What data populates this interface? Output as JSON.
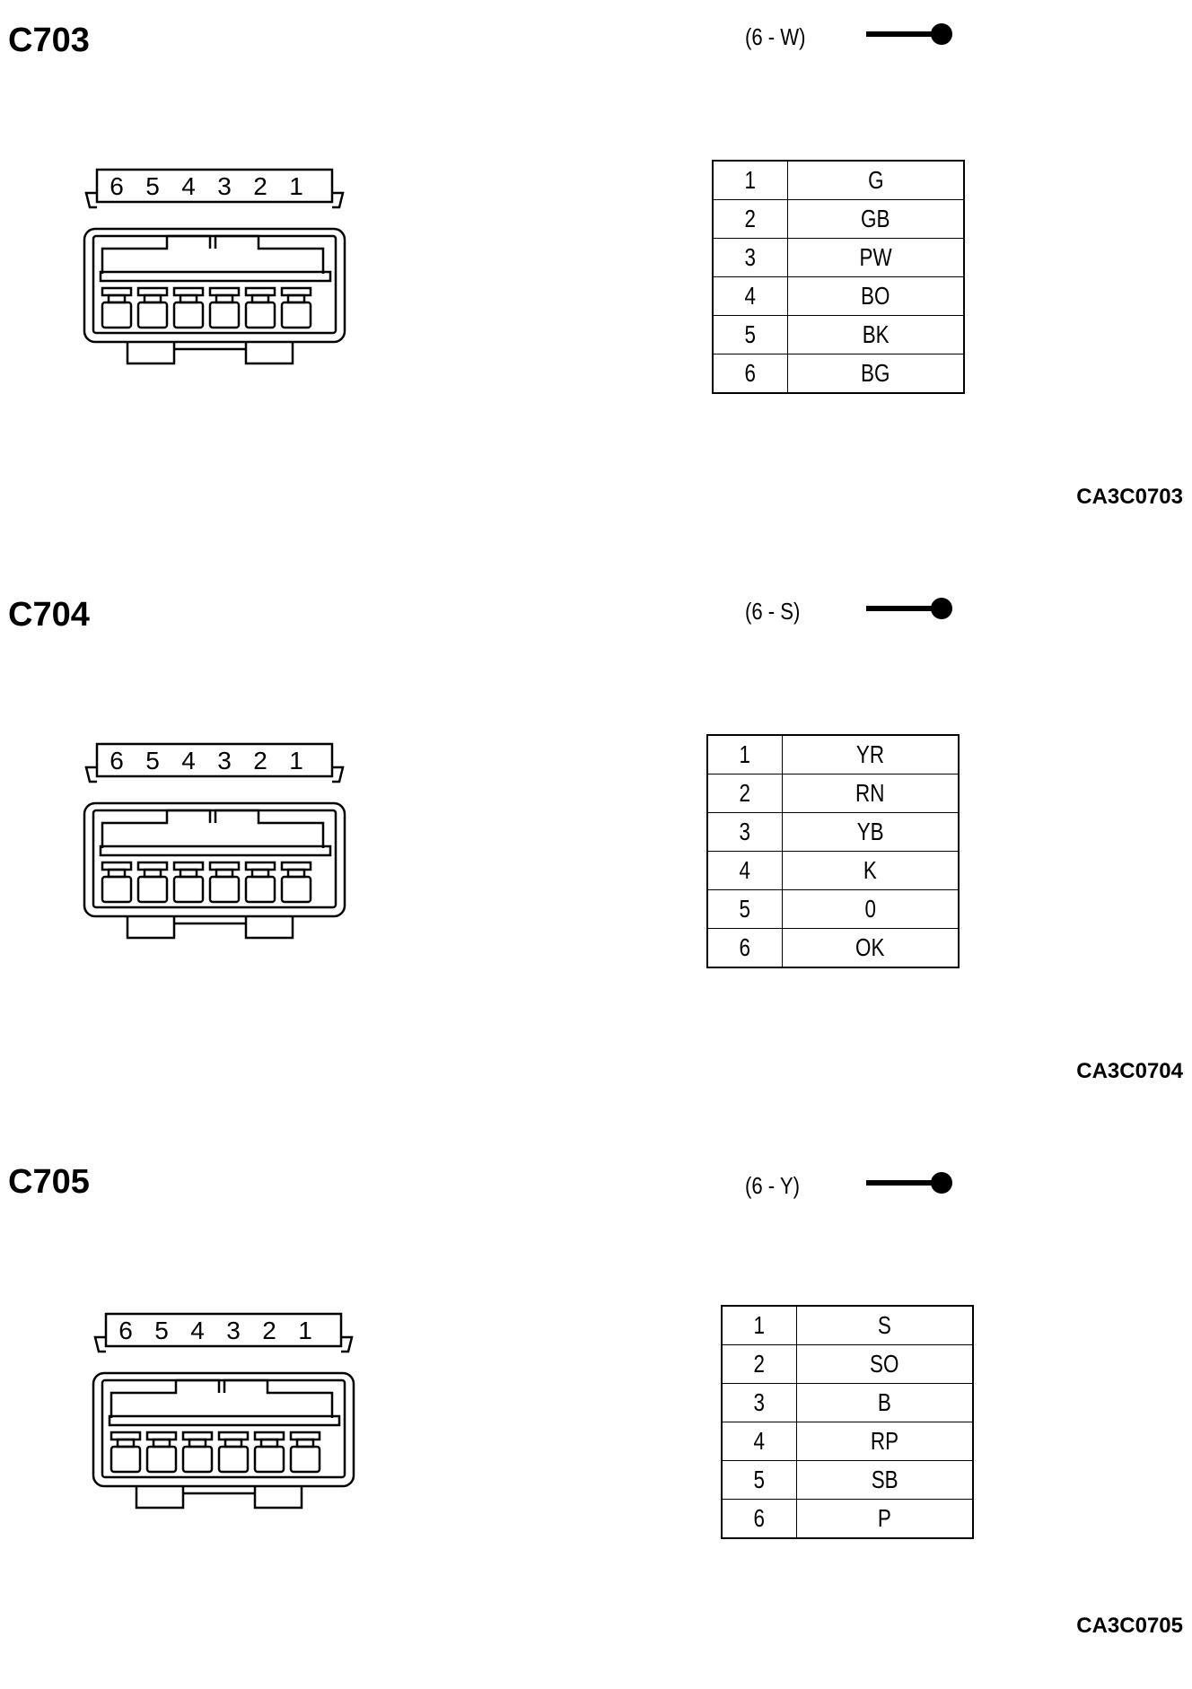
{
  "connectors": [
    {
      "id": "C703",
      "spec": "(6 - W)",
      "ref": "CA3C0703",
      "pin_numbers": [
        "6",
        "5",
        "4",
        "3",
        "2",
        "1"
      ],
      "pins": [
        {
          "pin": "1",
          "wire": "G"
        },
        {
          "pin": "2",
          "wire": "GB"
        },
        {
          "pin": "3",
          "wire": "PW"
        },
        {
          "pin": "4",
          "wire": "BO"
        },
        {
          "pin": "5",
          "wire": "BK"
        },
        {
          "pin": "6",
          "wire": "BG"
        }
      ]
    },
    {
      "id": "C704",
      "spec": "(6 - S)",
      "ref": "CA3C0704",
      "pin_numbers": [
        "6",
        "5",
        "4",
        "3",
        "2",
        "1"
      ],
      "pins": [
        {
          "pin": "1",
          "wire": "YR"
        },
        {
          "pin": "2",
          "wire": "RN"
        },
        {
          "pin": "3",
          "wire": "YB"
        },
        {
          "pin": "4",
          "wire": "K"
        },
        {
          "pin": "5",
          "wire": "0"
        },
        {
          "pin": "6",
          "wire": "OK"
        }
      ]
    },
    {
      "id": "C705",
      "spec": "(6 - Y)",
      "ref": "CA3C0705",
      "pin_numbers": [
        "6",
        "5",
        "4",
        "3",
        "2",
        "1"
      ],
      "pins": [
        {
          "pin": "1",
          "wire": "S"
        },
        {
          "pin": "2",
          "wire": "SO"
        },
        {
          "pin": "3",
          "wire": "B"
        },
        {
          "pin": "4",
          "wire": "RP"
        },
        {
          "pin": "5",
          "wire": "SB"
        },
        {
          "pin": "6",
          "wire": "P"
        }
      ]
    }
  ]
}
